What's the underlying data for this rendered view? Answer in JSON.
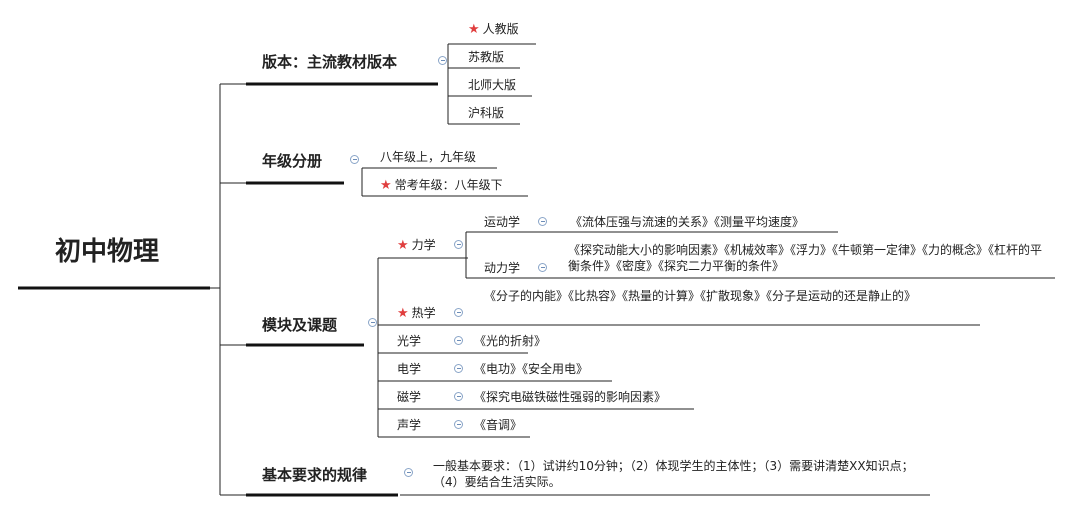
{
  "root": "初中物理",
  "branches": {
    "version": {
      "label": "版本：主流教材版本",
      "items": [
        "人教版",
        "苏教版",
        "北师大版",
        "沪科版"
      ]
    },
    "grade": {
      "label": "年级分册",
      "items": [
        "八年级上，九年级",
        "常考年级：八年级下"
      ]
    },
    "modules": {
      "label": "模块及课题",
      "mechanics": {
        "label": "力学",
        "kinematics": {
          "label": "运动学",
          "topics": "《流体压强与流速的关系》《测量平均速度》"
        },
        "dynamics": {
          "label": "动力学",
          "topics": "《探究动能大小的影响因素》《机械效率》《浮力》《牛顿第一定律》《力的概念》《杠杆的平衡条件》《密度》《探究二力平衡的条件》"
        }
      },
      "heat": {
        "label": "热学",
        "topics": "《分子的内能》《比热容》《热量的计算》《扩散现象》《分子是运动的还是静止的》"
      },
      "optics": {
        "label": "光学",
        "topics": "《光的折射》"
      },
      "electricity": {
        "label": "电学",
        "topics": "《电功》《安全用电》"
      },
      "magnetism": {
        "label": "磁学",
        "topics": "《探究电磁铁磁性强弱的影响因素》"
      },
      "acoustics": {
        "label": "声学",
        "topics": "《音调》"
      }
    },
    "requirements": {
      "label": "基本要求的规律",
      "text": "一般基本要求：（1）试讲约10分钟；（2）体现学生的主体性；（3）需要讲清楚XX知识点；（4）要结合生活实际。"
    }
  },
  "icons": {
    "star": "star-icon",
    "collapse": "collapse-icon"
  },
  "colors": {
    "star": "#e03e3e",
    "line": "#222222",
    "collapse": "#8aa5c8"
  }
}
